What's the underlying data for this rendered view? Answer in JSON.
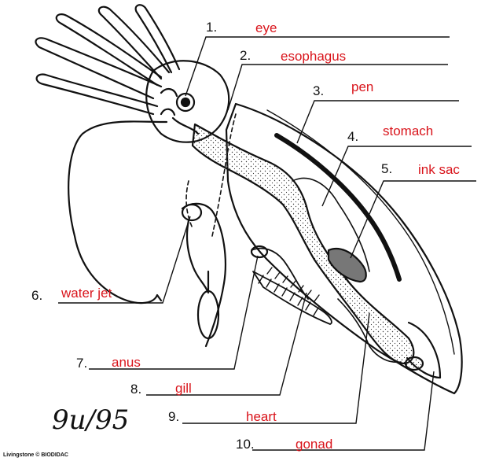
{
  "colors": {
    "answer": "#d9141b",
    "ink": "#111111",
    "stipple": "#f3f3f3"
  },
  "labels": [
    {
      "number": "1.",
      "answer": "eye"
    },
    {
      "number": "2.",
      "answer": "esophagus"
    },
    {
      "number": "3.",
      "answer": "pen"
    },
    {
      "number": "4.",
      "answer": "stomach"
    },
    {
      "number": "5.",
      "answer": "ink sac"
    },
    {
      "number": "6.",
      "answer": "water jet"
    },
    {
      "number": "7.",
      "answer": "anus"
    },
    {
      "number": "8.",
      "answer": "gill"
    },
    {
      "number": "9.",
      "answer": "heart"
    },
    {
      "number": "10.",
      "answer": "gonad"
    }
  ],
  "credit": "Livingstone © BIODIDAC",
  "signature": "9u/95"
}
